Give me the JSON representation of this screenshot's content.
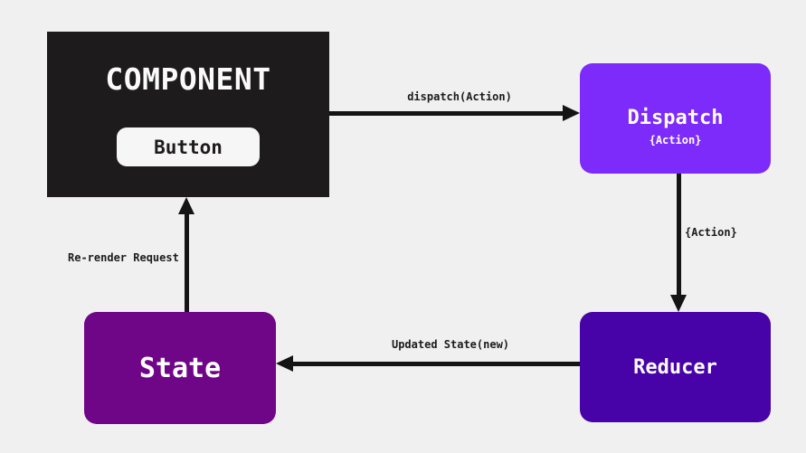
{
  "background": "#f1f0f0",
  "arrow_color": "#141414",
  "nodes": {
    "component": {
      "label": "COMPONENT",
      "button_label": "Button",
      "bg": "#1d1b1b",
      "button_bg": "#f7f6f6",
      "text_color": "#ffffff"
    },
    "dispatch": {
      "label": "Dispatch",
      "sublabel": "{Action}",
      "bg": "#7c2bfa",
      "text_color": "#ffffff"
    },
    "reducer": {
      "label": "Reducer",
      "bg": "#4803a8",
      "text_color": "#ffffff"
    },
    "state": {
      "label": "State",
      "bg": "#6f0587",
      "text_color": "#ffffff"
    }
  },
  "edges": {
    "component_to_dispatch": {
      "label": "dispatch(Action)"
    },
    "dispatch_to_reducer": {
      "label": "{Action}"
    },
    "reducer_to_state": {
      "label": "Updated State(new)"
    },
    "state_to_component": {
      "label": "Re-render Request"
    }
  }
}
